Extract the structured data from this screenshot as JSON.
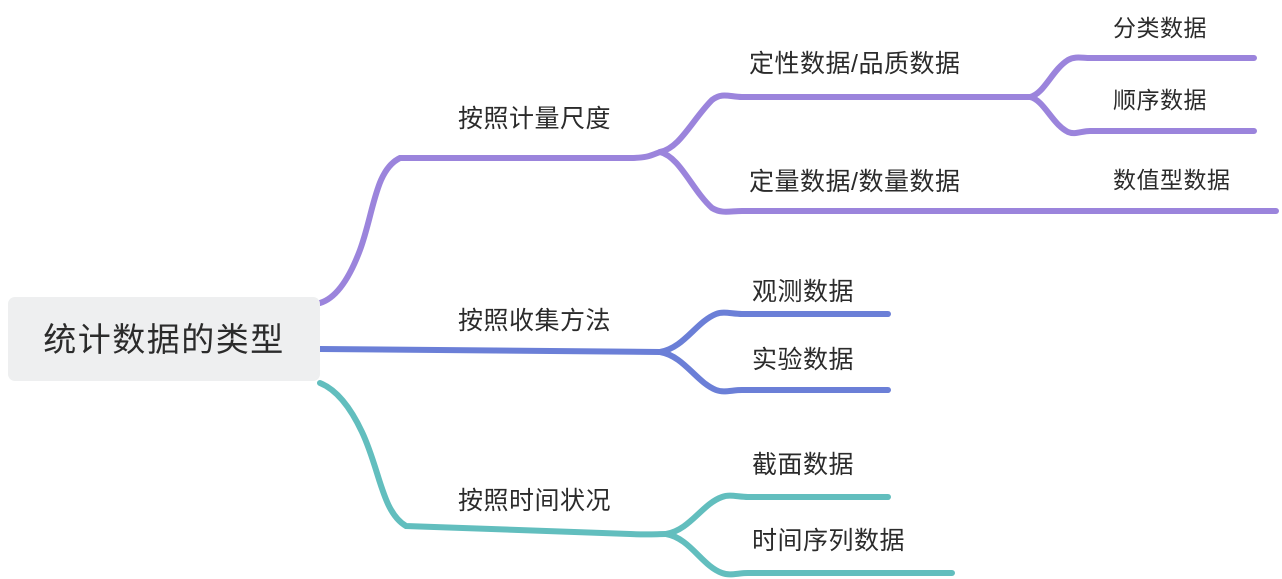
{
  "diagram": {
    "type": "mind-map",
    "orientation": "left-to-right",
    "background_color": "#ffffff",
    "root": {
      "label": "统计数据的类型",
      "box_color": "#eeeff0",
      "text_color": "#2b2b2b"
    },
    "branches": [
      {
        "label": "按照计量尺度",
        "color": "#9b84dc",
        "children": [
          {
            "label": "定性数据/品质数据",
            "children": [
              {
                "label": "分类数据"
              },
              {
                "label": "顺序数据"
              }
            ]
          },
          {
            "label": "定量数据/数量数据",
            "children": [
              {
                "label": "数值型数据"
              }
            ]
          }
        ]
      },
      {
        "label": "按照收集方法",
        "color": "#6b7fd7",
        "children": [
          {
            "label": "观测数据"
          },
          {
            "label": "实验数据"
          }
        ]
      },
      {
        "label": "按照时间状况",
        "color": "#62bebe",
        "children": [
          {
            "label": "截面数据"
          },
          {
            "label": "时间序列数据"
          }
        ]
      }
    ]
  },
  "labels": {
    "root": "统计数据的类型",
    "measure": "按照计量尺度",
    "collect": "按照收集方法",
    "time": "按照时间状况",
    "qualitative": "定性数据/品质数据",
    "quantitative": "定量数据/数量数据",
    "categorical": "分类数据",
    "ordinal": "顺序数据",
    "numeric": "数值型数据",
    "observed": "观测数据",
    "experimental": "实验数据",
    "cross_section": "截面数据",
    "time_series": "时间序列数据"
  },
  "colors": {
    "purple": "#9b84dc",
    "blue": "#6b7fd7",
    "teal": "#62bebe",
    "root_bg": "#eeeff0",
    "text": "#2b2b2b"
  }
}
